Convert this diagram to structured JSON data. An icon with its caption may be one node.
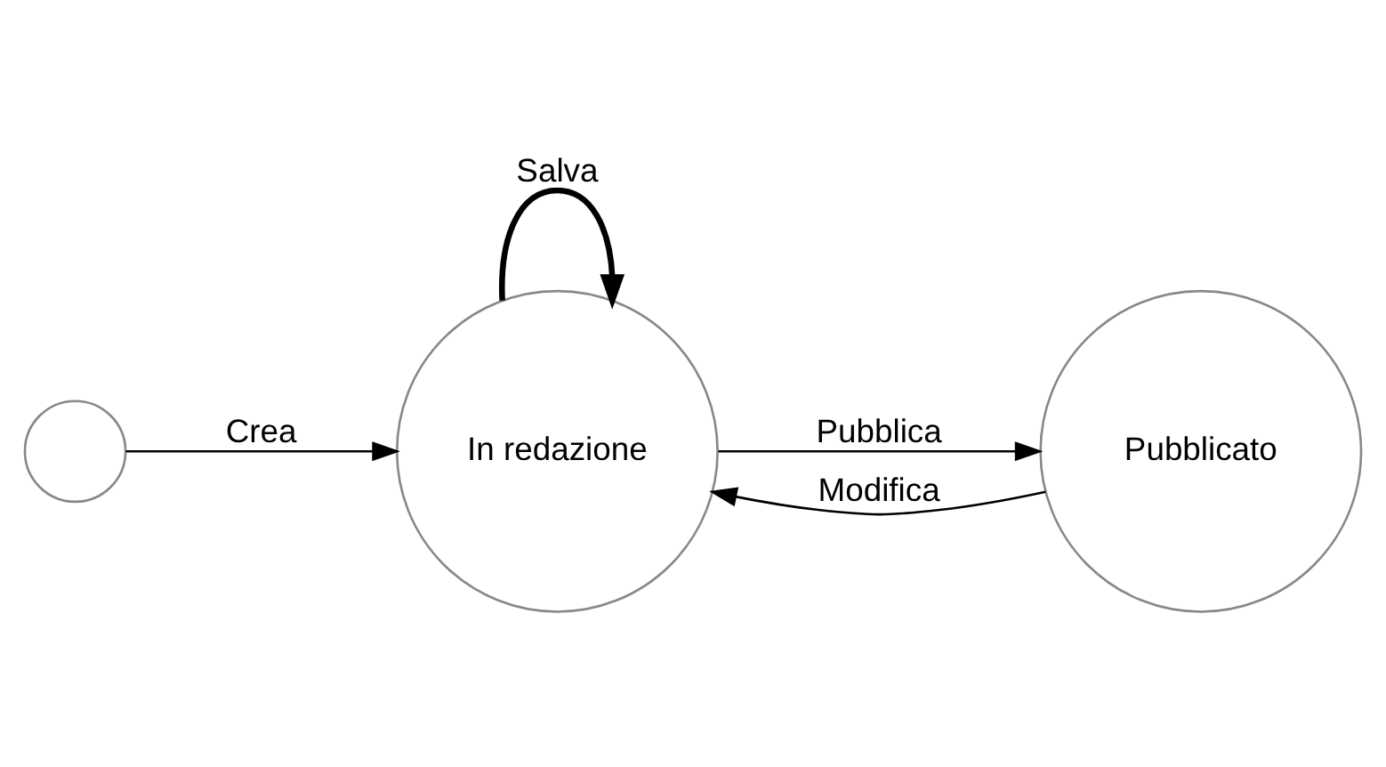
{
  "diagram": {
    "nodes": [
      {
        "text": [],
        "shape": "circle"
      },
      {
        "text": [
          "In redazione"
        ]
      },
      {
        "text": [
          "Pubblicato"
        ]
      }
    ],
    "edges": [
      {
        "from": 0,
        "to": 1,
        "arrow": "to",
        "label": "Crea"
      },
      {
        "from": 1,
        "to": 1,
        "arrow": "to",
        "label": "Salva",
        "style": "thick"
      },
      {
        "from": 1,
        "to": 2,
        "arrow": "to",
        "label": "Pubblica"
      },
      {
        "from": 2,
        "to": 1,
        "arrow": "to",
        "label": "Modifica"
      }
    ]
  }
}
